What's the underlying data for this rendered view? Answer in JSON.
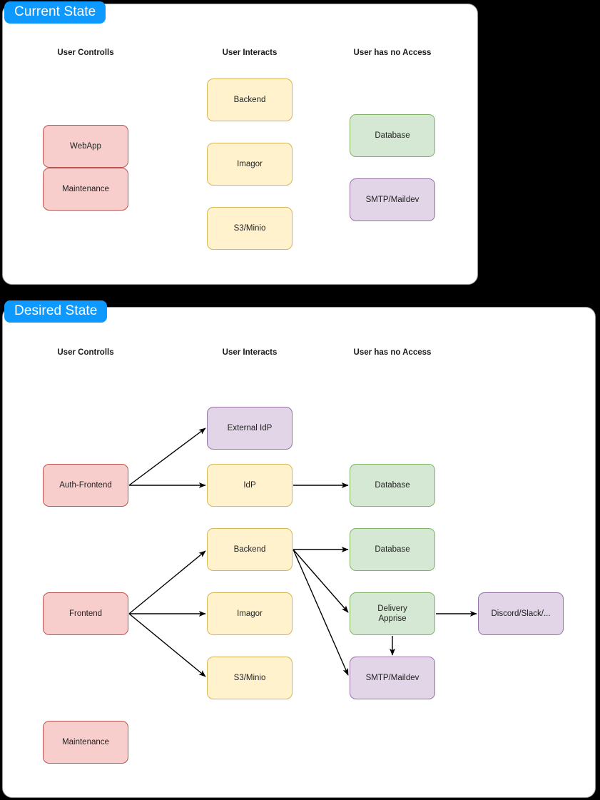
{
  "diagram": {
    "type": "architecture-flow",
    "panels": [
      {
        "id": "current",
        "tab_label": "Current State",
        "tab_color": "#0d99ff",
        "columns": [
          "User Controlls",
          "User Interacts",
          "User has no Access"
        ],
        "nodes": [
          {
            "id": "c-webapp",
            "label": "WebApp",
            "color": "pink",
            "column": "User Controlls"
          },
          {
            "id": "c-maintenance",
            "label": "Maintenance",
            "color": "pink",
            "column": "User Controlls"
          },
          {
            "id": "c-backend",
            "label": "Backend",
            "color": "yellow",
            "column": "User Interacts"
          },
          {
            "id": "c-imagor",
            "label": "Imagor",
            "color": "yellow",
            "column": "User Interacts"
          },
          {
            "id": "c-s3minio",
            "label": "S3/Minio",
            "color": "yellow",
            "column": "User Interacts"
          },
          {
            "id": "c-database",
            "label": "Database",
            "color": "green",
            "column": "User has no Access"
          },
          {
            "id": "c-smtp",
            "label": "SMTP/Maildev",
            "color": "purple",
            "column": "User has no Access"
          }
        ],
        "edges": []
      },
      {
        "id": "desired",
        "tab_label": "Desired State",
        "tab_color": "#0d99ff",
        "columns": [
          "User Controlls",
          "User Interacts",
          "User has no Access"
        ],
        "nodes": [
          {
            "id": "d-authfrontend",
            "label": "Auth-Frontend",
            "color": "pink",
            "column": "User Controlls"
          },
          {
            "id": "d-frontend",
            "label": "Frontend",
            "color": "pink",
            "column": "User Controlls"
          },
          {
            "id": "d-maintenance",
            "label": "Maintenance",
            "color": "pink",
            "column": "User Controlls"
          },
          {
            "id": "d-externalidp",
            "label": "External IdP",
            "color": "purple",
            "column": "User Interacts"
          },
          {
            "id": "d-idp",
            "label": "IdP",
            "color": "yellow",
            "column": "User Interacts"
          },
          {
            "id": "d-backend",
            "label": "Backend",
            "color": "yellow",
            "column": "User Interacts"
          },
          {
            "id": "d-imagor",
            "label": "Imagor",
            "color": "yellow",
            "column": "User Interacts"
          },
          {
            "id": "d-s3minio",
            "label": "S3/Minio",
            "color": "yellow",
            "column": "User Interacts"
          },
          {
            "id": "d-database-top",
            "label": "Database",
            "color": "green",
            "column": "User has no Access"
          },
          {
            "id": "d-database-mid",
            "label": "Database",
            "color": "green",
            "column": "User has no Access"
          },
          {
            "id": "d-delivery",
            "label": "Delivery\nApprise",
            "label_line1": "Delivery",
            "label_line2": "Apprise",
            "color": "green",
            "column": "User has no Access"
          },
          {
            "id": "d-smtp",
            "label": "SMTP/Maildev",
            "color": "purple",
            "column": "User has no Access"
          },
          {
            "id": "d-discord",
            "label": "Discord/Slack/...",
            "color": "purple",
            "column": "extra"
          }
        ],
        "edges": [
          {
            "from": "d-authfrontend",
            "to": "d-externalidp"
          },
          {
            "from": "d-authfrontend",
            "to": "d-idp"
          },
          {
            "from": "d-idp",
            "to": "d-database-top"
          },
          {
            "from": "d-frontend",
            "to": "d-backend"
          },
          {
            "from": "d-frontend",
            "to": "d-imagor"
          },
          {
            "from": "d-frontend",
            "to": "d-s3minio"
          },
          {
            "from": "d-backend",
            "to": "d-database-mid"
          },
          {
            "from": "d-backend",
            "to": "d-delivery"
          },
          {
            "from": "d-backend",
            "to": "d-smtp"
          },
          {
            "from": "d-delivery",
            "to": "d-discord"
          },
          {
            "from": "d-delivery",
            "to": "d-smtp"
          }
        ]
      }
    ],
    "palette": {
      "pink_fill": "#f8cecc",
      "pink_stroke": "#b85450",
      "yellow_fill": "#fff2cc",
      "yellow_stroke": "#d6b656",
      "green_fill": "#d5e8d4",
      "green_stroke": "#82b366",
      "purple_fill": "#e1d5e7",
      "purple_stroke": "#9673a6",
      "edge_stroke": "#000000",
      "panel_bg": "#ffffff",
      "page_bg": "#000000"
    }
  }
}
